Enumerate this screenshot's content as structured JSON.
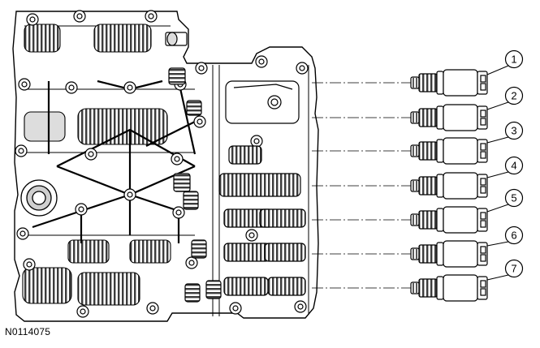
{
  "figure": {
    "reference_code": "N0114075",
    "callouts": [
      "1",
      "2",
      "3",
      "4",
      "5",
      "6",
      "7"
    ]
  },
  "colors": {
    "line": "#000000",
    "fill": "#ffffff",
    "shade": "#b8b8b8",
    "shade_dark": "#5a5a5a"
  }
}
